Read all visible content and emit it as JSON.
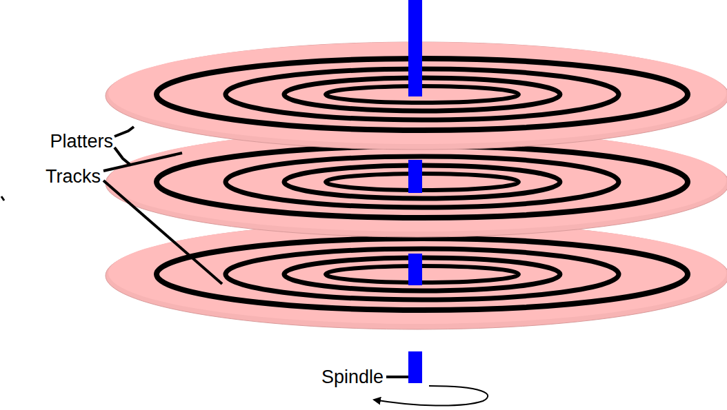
{
  "diagram": {
    "labels": [
      "Platters",
      "Tracks",
      "Spindle"
    ]
  }
}
